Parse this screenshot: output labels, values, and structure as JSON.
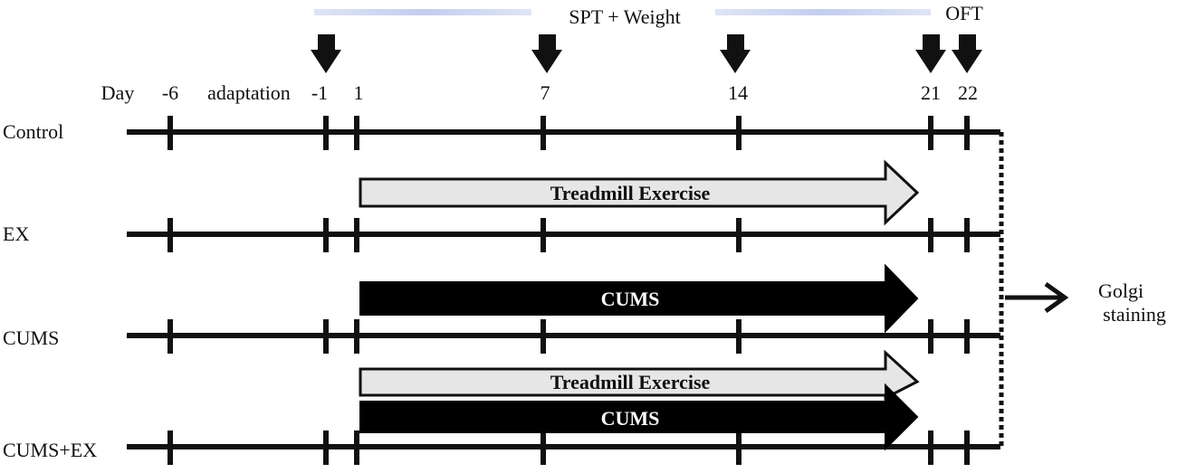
{
  "header": {
    "spt_label": "SPT + Weight",
    "oft_label": "OFT"
  },
  "day_axis": {
    "label": "Day",
    "adaptation_label": "adaptation",
    "days": [
      "-6",
      "-1",
      "1",
      "7",
      "14",
      "21",
      "22"
    ]
  },
  "groups": [
    "Control",
    "EX",
    "CUMS",
    "CUMS+EX"
  ],
  "interventions": {
    "exercise": "Treadmill Exercise",
    "stress": "CUMS"
  },
  "outcome": {
    "line1": "Golgi",
    "line2": "staining"
  },
  "colors": {
    "timeline": "#111111",
    "exercise_fill": "#e6e6e6",
    "stress_fill": "#000000",
    "spt_band": "#c8d2ee"
  }
}
